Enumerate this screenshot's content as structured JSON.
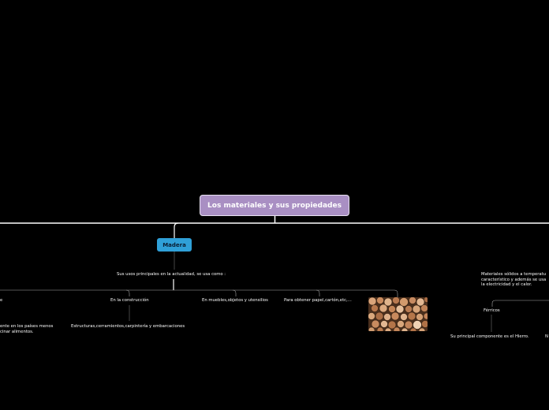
{
  "root": {
    "title": "Los materiales y sus propiedades"
  },
  "madera": {
    "label": "Madera",
    "usos_intro": "Sus usos principales en la actualidad, se usa como :",
    "left_cut_top": "e",
    "left_cut_line1": "ente en los países menos",
    "left_cut_line2": "cinar alimentos.",
    "construccion": "En la construcción",
    "construccion_detail": "Estructuras,cerramientos,carpintería y embarcaciones",
    "muebles": "En muebles,objetos y utensilios",
    "papel": "Para obtener papel,cartón,etc,...",
    "image": "wood-logs-image"
  },
  "metales": {
    "desc_line1": "Materiales sólidos a temperatu",
    "desc_line2": "característico y además se usa",
    "desc_line3": "la electricidad y el calor.",
    "ferricos": "Férricos",
    "ferricos_detail": "Su principal componente es el Hierro.",
    "cut_right": "N"
  },
  "colors": {
    "background": "#000000",
    "root_fill": "#a98fc3",
    "madera_fill": "#2fa0d8",
    "line": "#ffffff"
  }
}
